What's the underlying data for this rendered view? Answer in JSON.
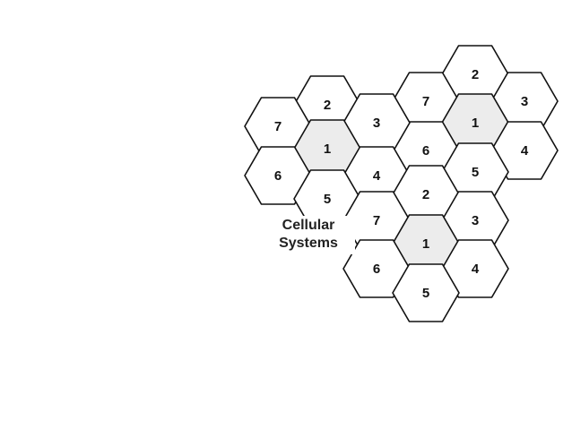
{
  "caption": {
    "line1": "Cellular",
    "line2": "Systems"
  },
  "cells": [
    {
      "label": "2",
      "shaded": false
    },
    {
      "label": "3",
      "shaded": false
    },
    {
      "label": "7",
      "shaded": false
    },
    {
      "label": "1",
      "shaded": true
    },
    {
      "label": "4",
      "shaded": false
    },
    {
      "label": "6",
      "shaded": false
    },
    {
      "label": "5",
      "shaded": false
    },
    {
      "label": "2",
      "shaded": false
    },
    {
      "label": "3",
      "shaded": false
    },
    {
      "label": "7",
      "shaded": false
    },
    {
      "label": "1",
      "shaded": true
    },
    {
      "label": "4",
      "shaded": false
    },
    {
      "label": "6",
      "shaded": false
    },
    {
      "label": "5",
      "shaded": false
    },
    {
      "label": "2",
      "shaded": false
    },
    {
      "label": "3",
      "shaded": false
    },
    {
      "label": "7",
      "shaded": false
    },
    {
      "label": "1",
      "shaded": true
    },
    {
      "label": "4",
      "shaded": false
    },
    {
      "label": "6",
      "shaded": false
    },
    {
      "label": "5",
      "shaded": false
    }
  ],
  "colors": {
    "stroke": "#111111",
    "shaded_fill": "#ececec",
    "fill": "#ffffff"
  }
}
